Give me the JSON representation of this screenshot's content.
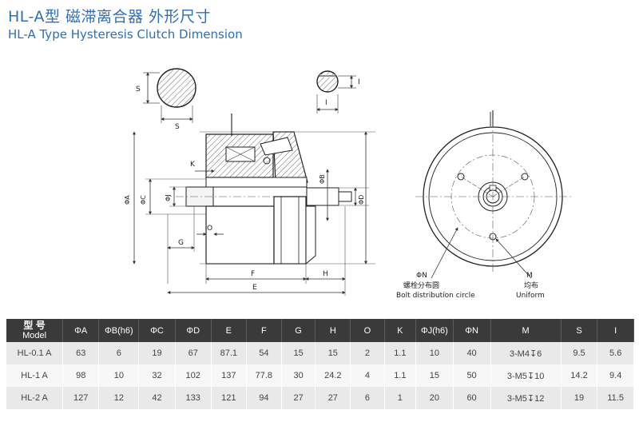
{
  "title_cn": "HL-A型 磁滞离合器 外形尺寸",
  "title_en": "HL-A Type Hysteresis Clutch Dimension",
  "drawing": {
    "labels": {
      "S_side": "S",
      "S_bottom": "S",
      "I_side": "I",
      "I_bottom": "I",
      "K": "K",
      "J": "ΦJ",
      "C": "ΦC",
      "A": "ΦA",
      "B": "ΦB",
      "D": "ΦD",
      "O": "O",
      "G": "G",
      "F": "F",
      "E": "E",
      "H": "H",
      "N": "ΦN",
      "M": "M"
    },
    "bolt_cn": "螺栓分布圆",
    "bolt_en": "Bolt distribution circle",
    "uniform_cn": "均布",
    "uniform_en": "Uniform"
  },
  "table": {
    "model_cn": "型 号",
    "model_en": "Model",
    "headers": [
      "ΦA",
      "ΦB(h6)",
      "ΦC",
      "ΦD",
      "E",
      "F",
      "G",
      "H",
      "O",
      "K",
      "ΦJ(h6)",
      "ΦN",
      "M",
      "S",
      "I"
    ],
    "rows": [
      [
        "HL-0.1 A",
        "63",
        "6",
        "19",
        "67",
        "87.1",
        "54",
        "15",
        "15",
        "2",
        "1.1",
        "10",
        "40",
        "3-M4↧6",
        "9.5",
        "5.6"
      ],
      [
        "HL-1 A",
        "98",
        "10",
        "32",
        "102",
        "137",
        "77.8",
        "30",
        "24.2",
        "4",
        "1.1",
        "15",
        "50",
        "3-M5↧10",
        "14.2",
        "9.4"
      ],
      [
        "HL-2 A",
        "127",
        "12",
        "42",
        "133",
        "121",
        "94",
        "27",
        "27",
        "6",
        "1",
        "20",
        "60",
        "3-M5↧12",
        "19",
        "11.5"
      ]
    ]
  }
}
